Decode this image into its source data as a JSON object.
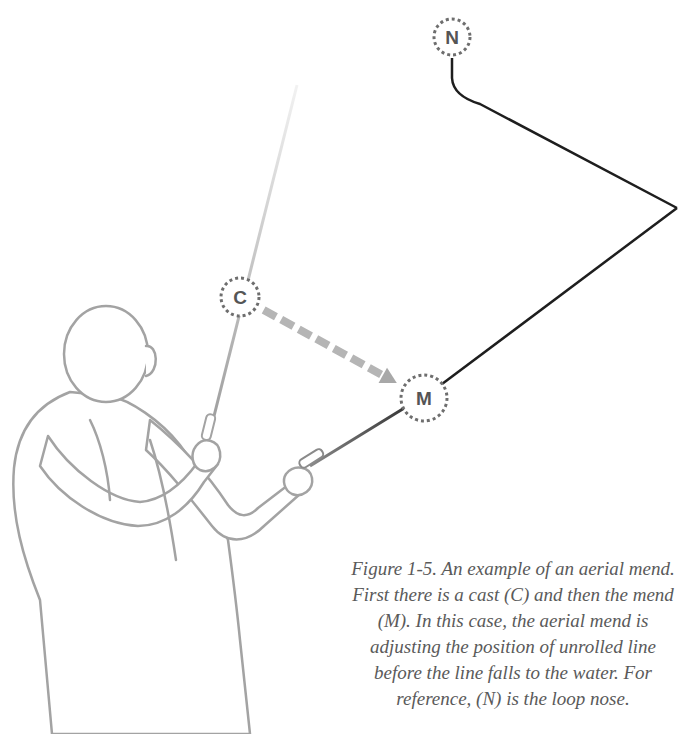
{
  "diagram": {
    "caption": "Figure 1-5. An example of an aerial mend. First there is a cast (C) and then the mend (M). In this case, the aerial mend is adjusting the position of unrolled line before the line falls to the water. For reference, (N) is the loop nose.",
    "nodes": [
      {
        "text": [
          "N"
        ]
      },
      {
        "text": [
          "C"
        ]
      },
      {
        "text": [
          "M"
        ]
      }
    ],
    "edges": [
      {
        "from": 1,
        "to": 2,
        "arrow": "to"
      }
    ]
  }
}
